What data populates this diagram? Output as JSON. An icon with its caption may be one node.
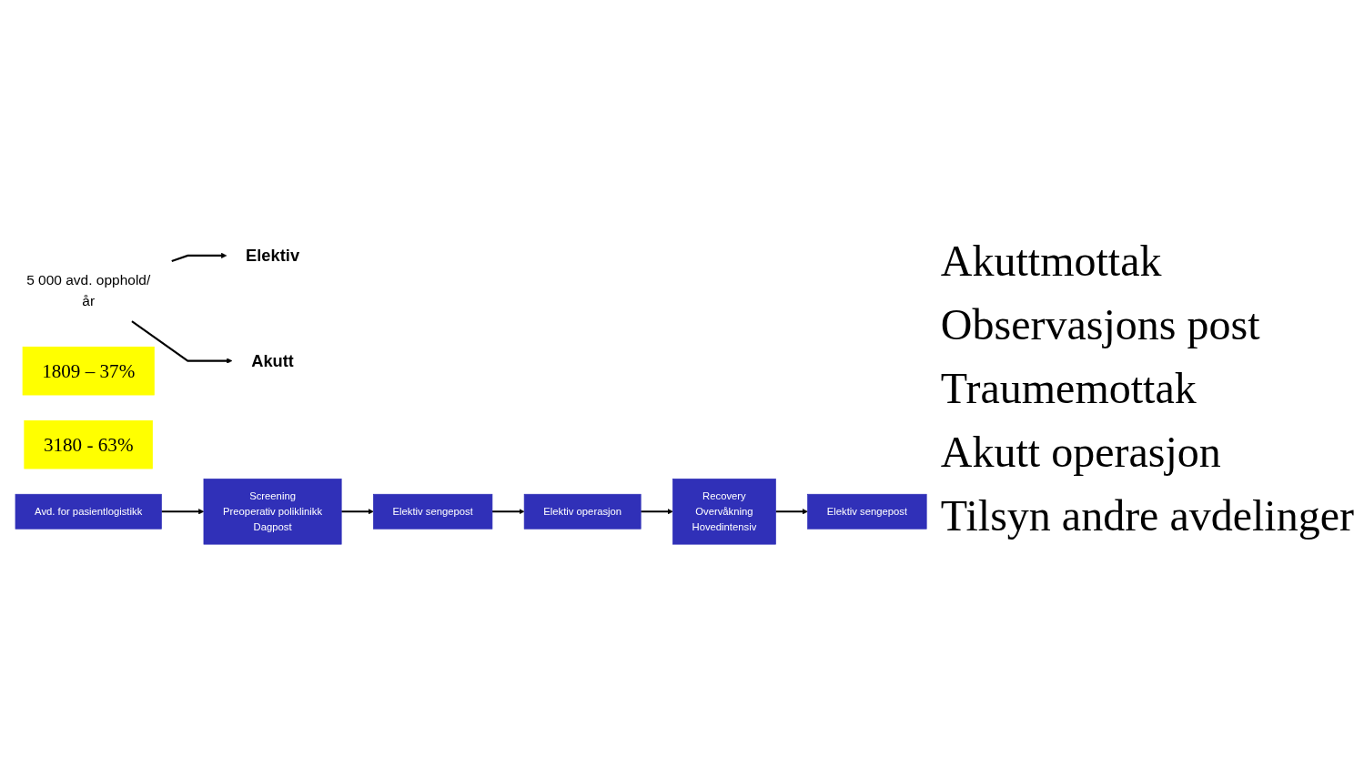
{
  "diagram": {
    "nodes": [
      {
        "text": [
          "5 000 avd. opphold/år"
        ]
      },
      {
        "text": [
          "Elektiv"
        ]
      },
      {
        "text": [
          "Akutt"
        ]
      },
      {
        "text": [
          "1809 – 37%"
        ]
      },
      {
        "text": [
          "3180 - 63%"
        ]
      },
      {
        "text": [
          "Avd. for pasientlogistikk"
        ]
      },
      {
        "text": [
          "Screening",
          "Preoperativ poliklinikk",
          "Dagpost"
        ]
      },
      {
        "text": [
          "Elektiv sengepost"
        ]
      },
      {
        "text": [
          "Elektiv operasjon"
        ]
      },
      {
        "text": [
          "Recovery",
          "Overvåkning",
          "Hovedintensiv"
        ]
      },
      {
        "text": [
          "Elektiv sengepost"
        ]
      }
    ],
    "edges": [
      {
        "from": 0,
        "to": 1,
        "arrow": "to"
      },
      {
        "from": 0,
        "to": 2,
        "arrow": "to"
      },
      {
        "from": 5,
        "to": 6,
        "arrow": "to"
      },
      {
        "from": 6,
        "to": 7,
        "arrow": "to"
      },
      {
        "from": 7,
        "to": 8,
        "arrow": "to"
      },
      {
        "from": 8,
        "to": 9,
        "arrow": "to"
      },
      {
        "from": 9,
        "to": 10,
        "arrow": "to"
      }
    ],
    "labels": [
      "Akuttmottak",
      "Observasjons post",
      "Traumemottak",
      "Akutt operasjon",
      "Tilsyn andre avdelinger"
    ]
  }
}
